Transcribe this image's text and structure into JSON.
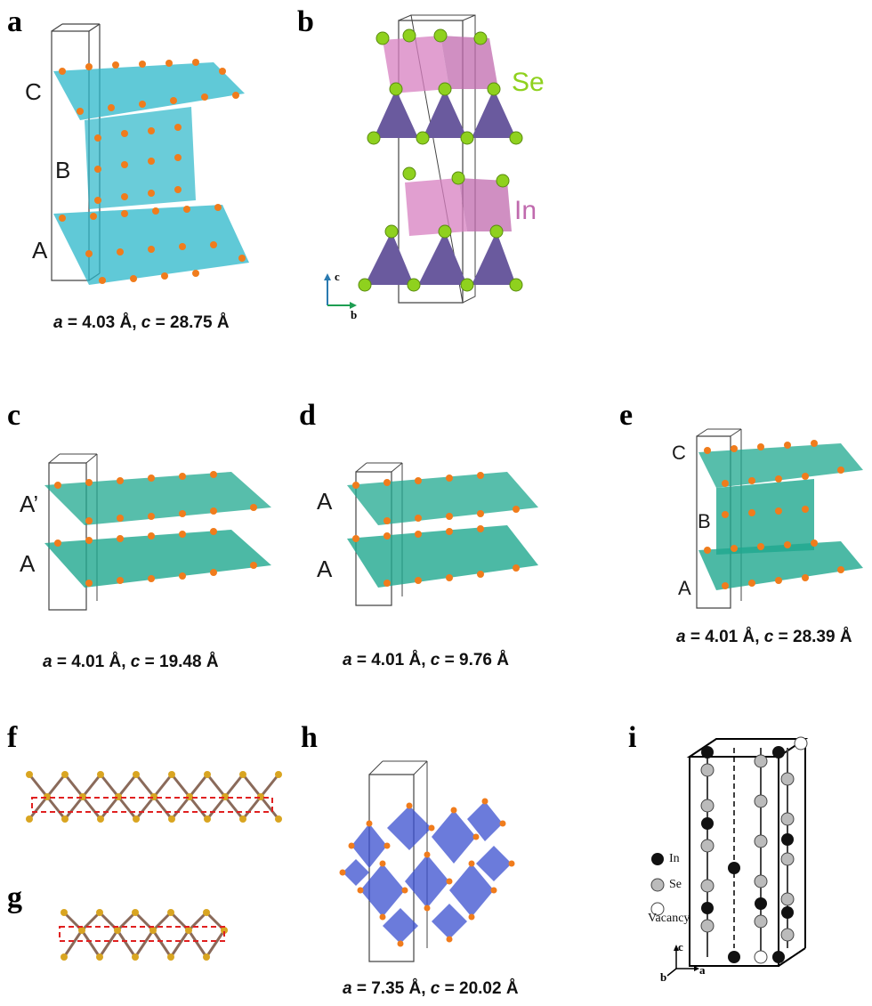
{
  "panels": {
    "a": {
      "letter": "a",
      "layers": [
        "C",
        "B",
        "A"
      ],
      "caption_a": "a",
      "caption_a_val": " = 4.03 Å, ",
      "caption_c": "c",
      "caption_c_val": " = 28.75 Å"
    },
    "b": {
      "letter": "b",
      "label_se": "Se",
      "label_in": "In",
      "axis_c": "c",
      "axis_b": "b"
    },
    "c": {
      "letter": "c",
      "layers": [
        "A’",
        "A"
      ],
      "caption_a": "a",
      "caption_a_val": " = 4.01 Å, ",
      "caption_c": "c",
      "caption_c_val": " = 19.48 Å"
    },
    "d": {
      "letter": "d",
      "layers": [
        "A",
        "A"
      ],
      "caption_a": "a",
      "caption_a_val": " = 4.01 Å, ",
      "caption_c": "c",
      "caption_c_val": " = 9.76 Å"
    },
    "e": {
      "letter": "e",
      "layers": [
        "C",
        "B",
        "A"
      ],
      "caption_a": "a",
      "caption_a_val": " = 4.01 Å, ",
      "caption_c": "c",
      "caption_c_val": " = 28.39 Å"
    },
    "f": {
      "letter": "f"
    },
    "g": {
      "letter": "g"
    },
    "h": {
      "letter": "h",
      "caption_a": "a",
      "caption_a_val": " = 7.35 Å, ",
      "caption_c": "c",
      "caption_c_val": " = 20.02 Å"
    },
    "i": {
      "letter": "i",
      "legend": [
        "In",
        "Se",
        "Vacancy"
      ],
      "axis_c": "c",
      "axis_a": "a",
      "axis_b": "b"
    }
  },
  "colors": {
    "cyan": "#2bb7c9",
    "teal": "#1fa88f",
    "orange": "#f07c1c",
    "purple": "#6a5a9e",
    "pink": "#d77fc0",
    "green": "#8fd11e",
    "blue": "#3a4fd0",
    "gold": "#d9a521",
    "brown": "#8a6a5a",
    "red": "#e02020"
  }
}
